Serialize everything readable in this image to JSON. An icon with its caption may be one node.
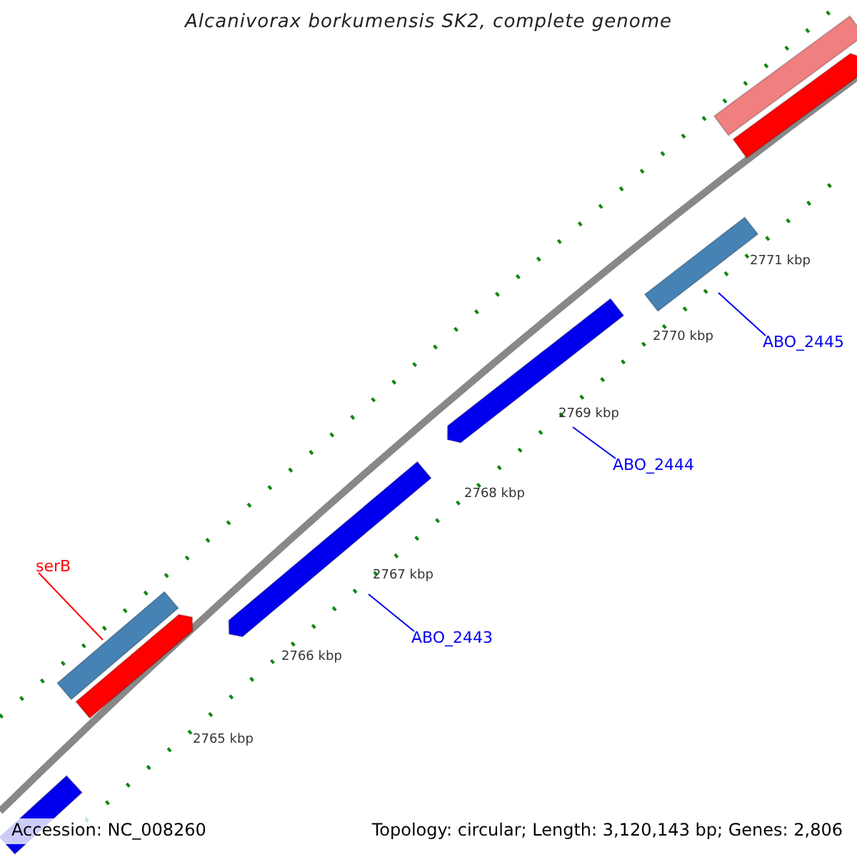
{
  "diagram": {
    "title": "Alcanivorax borkumensis SK2, complete genome",
    "nodes": [
      {
        "text": [
          "serB"
        ]
      },
      {
        "text": [],
        "shape": "bar"
      },
      {
        "text": [
          "ABO_2443"
        ]
      },
      {
        "text": [],
        "shape": "bar"
      },
      {
        "text": [
          "ABO_2444"
        ]
      },
      {
        "text": [],
        "shape": "bar"
      },
      {
        "text": [
          "ABO_2445"
        ]
      },
      {
        "text": [],
        "shape": "bar"
      },
      {
        "text": [],
        "shape": "bar"
      },
      {
        "text": [],
        "shape": "bar"
      },
      {
        "text": [],
        "shape": "bar"
      },
      {
        "text": [],
        "shape": "bar"
      }
    ],
    "edges": [
      {
        "from": 0,
        "to": 1,
        "arrow": "none",
        "color": "#ff0000"
      },
      {
        "from": 2,
        "to": 3,
        "arrow": "none"
      },
      {
        "from": 4,
        "to": 5,
        "arrow": "none"
      },
      {
        "from": 6,
        "to": 7,
        "arrow": "none"
      }
    ],
    "labels": [
      "2771 kbp",
      "2770 kbp",
      "2769 kbp",
      "2768 kbp",
      "2767 kbp",
      "2766 kbp",
      "2765 kbp",
      "Accession: NC_008260",
      "Topology: circular; Length: 3,120,143 bp; Genes: 2,806"
    ]
  }
}
